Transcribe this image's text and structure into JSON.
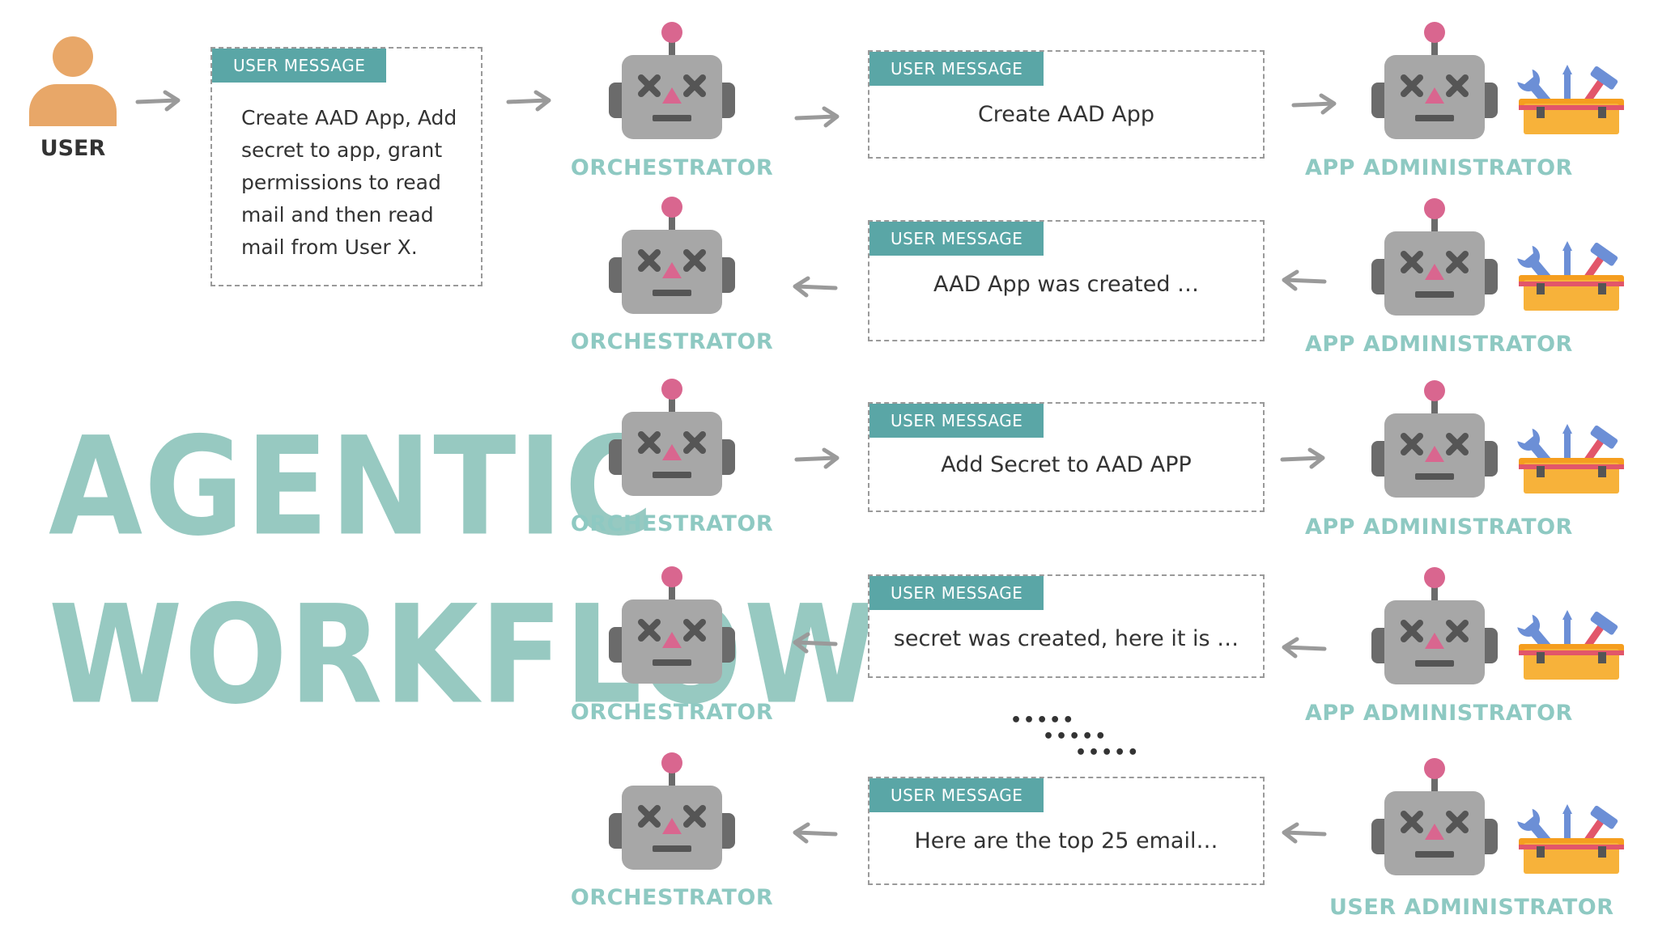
{
  "user": {
    "label": "USER"
  },
  "title": {
    "line1": "AGENTIC",
    "line2": "WORKFLOW"
  },
  "header_label": "USER MESSAGE",
  "initial_message": {
    "lines": [
      "Create AAD App, Add",
      "secret to app, grant",
      "permissions to read",
      "mail and then read",
      "mail from User X."
    ]
  },
  "orchestrator_label": "ORCHESTRATOR",
  "rows": [
    {
      "message": "Create AAD App",
      "direction": "right",
      "admin_label": "APP ADMINISTRATOR"
    },
    {
      "message": "AAD App was created …",
      "direction": "left",
      "admin_label": "APP ADMINISTRATOR"
    },
    {
      "message": "Add Secret to AAD APP",
      "direction": "right",
      "admin_label": "APP ADMINISTRATOR"
    },
    {
      "message": "secret was created, here it is …",
      "direction": "left",
      "admin_label": "APP ADMINISTRATOR"
    },
    {
      "message": "Here are the top 25 email…",
      "direction": "left",
      "admin_label": "USER ADMINISTRATOR"
    }
  ],
  "ellipsis": [
    "•••••",
    "•••••",
    "•••••"
  ],
  "colors": {
    "teal_header": "#5aa6a6",
    "teal_label": "#8ec9c2",
    "title": "#97c9c1",
    "user_orange": "#e8a768",
    "robot_gray": "#a7a7a7",
    "robot_dark": "#6b6b6b",
    "antenna_pink": "#d9668f",
    "toolbox_orange": "#f7a42a",
    "arrow_gray": "#9a9a9a"
  }
}
